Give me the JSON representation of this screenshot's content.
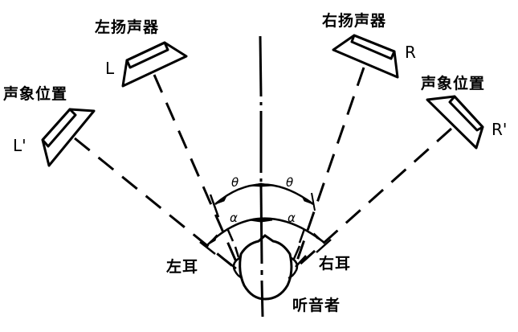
{
  "diagram": {
    "type": "stereo-listening-geometry",
    "colors": {
      "line": "#000000",
      "background": "#ffffff"
    },
    "labels": {
      "left_speaker": "左扬声器",
      "right_speaker": "右扬声器",
      "left_image": "声象位置",
      "right_image": "声象位置",
      "left_ear": "左耳",
      "right_ear": "右耳",
      "listener": "听音者",
      "L": "L",
      "R": "R",
      "L_prime": "L'",
      "R_prime": "R'",
      "theta_left": "θ",
      "theta_right": "θ",
      "alpha_left": "α",
      "alpha_right": "α"
    },
    "nodes": [
      {
        "id": "left-speaker",
        "label": "左扬声器",
        "marker": "L"
      },
      {
        "id": "right-speaker",
        "label": "右扬声器",
        "marker": "R"
      },
      {
        "id": "left-image",
        "label": "声象位置",
        "marker": "L'"
      },
      {
        "id": "right-image",
        "label": "声象位置",
        "marker": "R'"
      },
      {
        "id": "listener-head",
        "label": "听音者"
      },
      {
        "id": "left-ear",
        "label": "左耳"
      },
      {
        "id": "right-ear",
        "label": "右耳"
      }
    ],
    "edges": [
      {
        "from": "left-speaker",
        "to": "left-ear",
        "style": "dashed"
      },
      {
        "from": "right-speaker",
        "to": "right-ear",
        "style": "dashed"
      },
      {
        "from": "left-image",
        "to": "left-ear",
        "style": "dashed"
      },
      {
        "from": "right-image",
        "to": "right-ear",
        "style": "dashed"
      }
    ],
    "angles": [
      {
        "name": "θ",
        "meaning": "speaker angle from center axis",
        "count": 2
      },
      {
        "name": "α",
        "meaning": "sound image angle from center axis",
        "count": 2
      }
    ]
  }
}
